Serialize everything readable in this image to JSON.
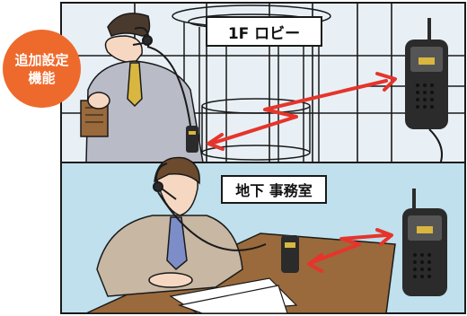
{
  "badge": {
    "line1": "追加設定",
    "line2": "機能"
  },
  "floors": {
    "top": {
      "label": "1F ロビー"
    },
    "bottom": {
      "label": "地下 事務室"
    }
  },
  "colors": {
    "badge": "#ee6a2c",
    "top_panel": "#e8f0f6",
    "bottom_panel": "#bfe0ec",
    "arrow": "#e5352b",
    "device": "#2b2b2b",
    "suit": "#b9bcc7",
    "outline": "#1a1a1a"
  },
  "icons": [
    "two-way-arrow-icon",
    "radio-device-icon",
    "headset-icon",
    "clip-microphone-icon"
  ]
}
